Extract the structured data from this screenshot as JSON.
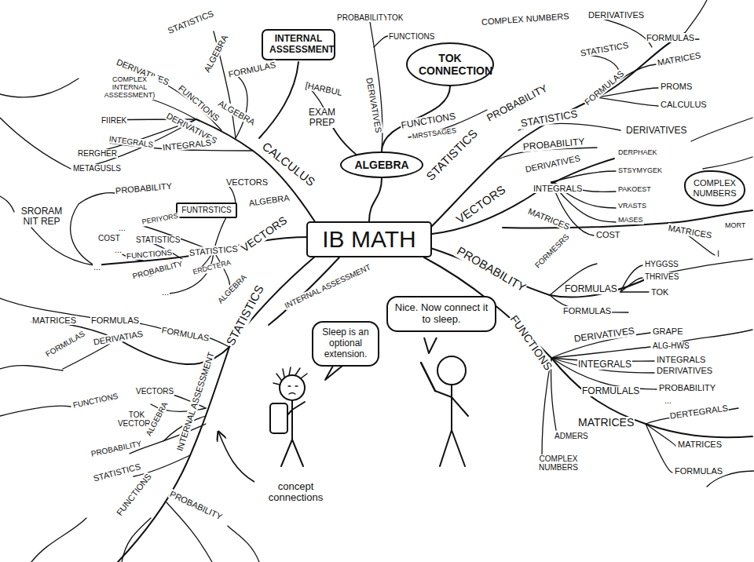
{
  "diagram": {
    "nodes": [
      {
        "text": [
          "INTERNAL ASSESSMENT"
        ]
      },
      {
        "text": [
          "TOK CONNECTION"
        ]
      },
      {
        "text": [
          "ALGEBRA"
        ]
      },
      {
        "text": [
          "COMPLEX NUMBERS"
        ]
      },
      {
        "text": [
          "FUNTRSTICS"
        ]
      },
      {
        "text": [
          "IB MATH"
        ]
      },
      {
        "text": [
          "Nice. Now connect it to sleep."
        ]
      },
      {
        "text": [
          "Sleep is an optional extension."
        ]
      }
    ],
    "edges": [
      {
        "from": 5,
        "to": 2,
        "arrow": "none"
      },
      {
        "from": 2,
        "to": 1,
        "arrow": "none"
      }
    ],
    "labels": [
      "STATISTICS",
      "ALGEBRA",
      "FORMULAS",
      "DERIVATIVES",
      "COMPLEX INTERNAL ASSESSMENT)",
      "FUNCTIONS",
      "ALGEBRA",
      "DERIVATIVES",
      "FIIREK",
      "INTEGRALS",
      "INTEGRALS",
      "RERGHER",
      "METAGUSLS",
      "CALCULUS",
      "PROBABILITY",
      "TOK",
      "FUNCTIONS",
      "[HARBUL",
      "DERIVATIVES",
      "EXAM PREP",
      "FUNCTIONS",
      "MRSTSAGES",
      "COMPLEX NUMBERS",
      "DERIVATIVES",
      "FORMULAS",
      "STATISTICS",
      "MATRICES",
      "PROMS",
      "CALCULUS",
      "FORMULAS",
      "PROBABILITY",
      "STATISTICS",
      "DERIVATIVES",
      "PROBABILITY",
      "STATISTICS",
      "DERPHAEK",
      "DERIVATIVES",
      "STSYMYGEK",
      "INTEGRALS",
      "PAKOEST",
      "VECTORS",
      "MATRICES",
      "VRASTS",
      "MASES",
      "COST",
      "MATRICES",
      "MORT",
      "I",
      "PROBABILITY",
      "FORMESRS",
      "HYGGSS",
      "THRIVES",
      "TOK",
      "FORMULAS",
      "FORMULAS",
      "FUNCTIONS",
      "DERIVATIVES",
      "GRAPE",
      "ALG-HWS",
      "INTEGRALS",
      "INTEGRALS",
      "DERIVATIVES",
      "FORMULALS",
      "PROBABILITY",
      "...",
      "MATRICES",
      "DERTEGRALS",
      "MATRICES",
      "FORMULAS",
      "ADMERS",
      "COMPLEX NUMBERS",
      "SRORAM NIT REP",
      "PROBABILITY",
      "VECTORS",
      "ALGEBRA",
      "PERIYORS",
      "...",
      "COST",
      "STATISTICS",
      "...",
      "FUNCTIONS",
      "STATISTICS",
      "VECTORS",
      "...",
      "PROBABILITY",
      "ERDCTERA",
      "...",
      "ALGEBRA",
      "STATISTICS",
      "INTERNAL ASSESSMENT",
      "MATRICES",
      "FORMULAS",
      "FORMULAS",
      "DERIVATIAS",
      "FORMULAS",
      "FUNCTIONS",
      "VECTORS",
      "TOK VECTORS",
      "ALGEBRA",
      "INTERNAL ASSESSMENT",
      "PROBABILITY",
      "STATISTICS",
      "FUNCTIONS",
      "PROBABILITY",
      "concept connections"
    ]
  }
}
